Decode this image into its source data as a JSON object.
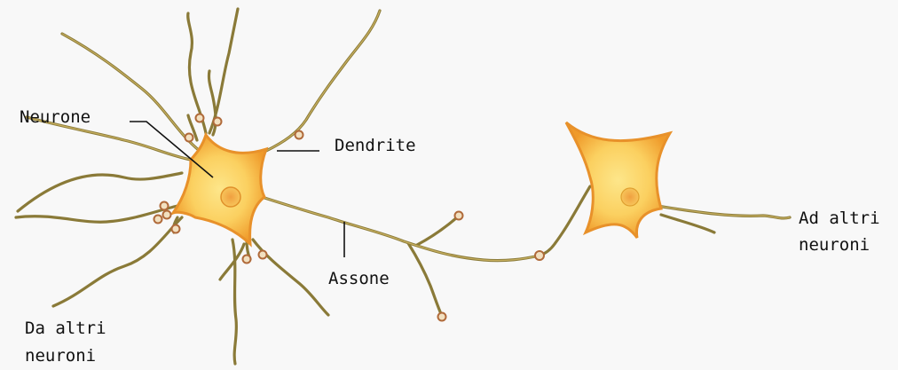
{
  "labels": {
    "neurone": "Neurone",
    "dendrite": "Dendrite",
    "assone": "Assone",
    "ad_altri_line1": "Ad altri",
    "ad_altri_line2": "neuroni",
    "da_altri_line1": "Da altri",
    "da_altri_line2": "neuroni"
  },
  "colors": {
    "background": "#f8f8f8",
    "cell_body": "#f0a830",
    "cell_body_light": "#fcd86a",
    "nucleus": "#e0a040",
    "fiber": "#8a7a38",
    "synapse_ring": "#b06a3a"
  }
}
